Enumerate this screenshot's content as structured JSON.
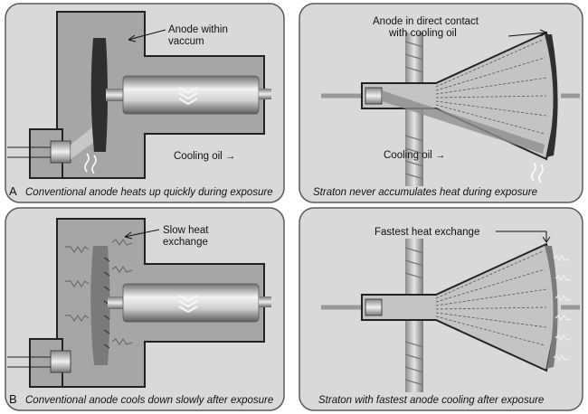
{
  "colors": {
    "panel_bg": "#d9d9d9",
    "panel_border": "#5a5a5a",
    "housing_fill": "#a6a6a6",
    "anode_dark": "#2f2f2f",
    "anode_grey": "#7a7a7a",
    "heat_arrow": "#6e6e6e"
  },
  "panels": [
    {
      "letter": "A",
      "caption": "Conventional anode heats up quickly during exposure",
      "labels": [
        "Anode within",
        "vaccum",
        "Cooling oil →"
      ]
    },
    {
      "letter": "",
      "caption": "Straton never accumulates heat during exposure",
      "labels": [
        "Anode in direct contact",
        "with cooling oil",
        "Cooling oil →"
      ]
    },
    {
      "letter": "B",
      "caption": "Conventional anode cools down slowly after exposure",
      "labels": [
        "Slow heat",
        "exchange"
      ]
    },
    {
      "letter": "",
      "caption": "Straton with fastest anode cooling after exposure",
      "labels": [
        "Fastest heat exchange"
      ]
    }
  ]
}
